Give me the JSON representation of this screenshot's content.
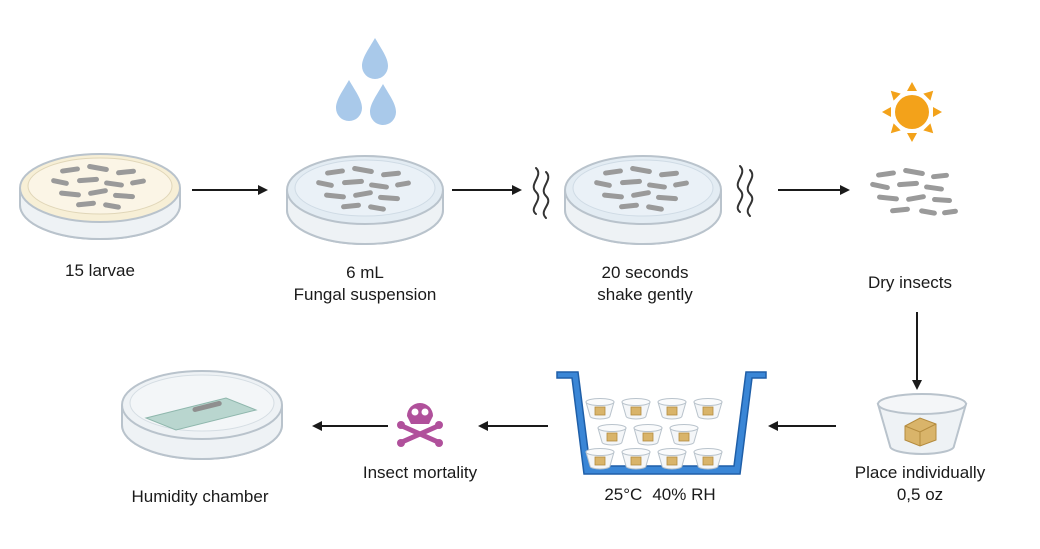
{
  "labels": {
    "larvae": "15 larvae",
    "suspension_volume": "6 mL",
    "suspension_name": "Fungal suspension",
    "shake_time": "20 seconds",
    "shake_action": "shake gently",
    "dry": "Dry insects",
    "place_line1": "Place individually",
    "place_line2": "0,5 oz",
    "temperature": "25°C",
    "humidity": "40% RH",
    "mortality": "Insect mortality",
    "chamber": "Humidity chamber"
  },
  "colors": {
    "dish_rim": "#b9c3cc",
    "dish_fill": "#eef2f5",
    "agar_fill": "#f7efd6",
    "liquid_fill": "#e3ecf3",
    "larva": "#9a9a9a",
    "drop": "#a9c9ea",
    "sun": "#f3a21a",
    "tray": "#3a86d6",
    "skull": "#b0509b",
    "slide": "#b9d6cf",
    "arrow": "#1a1a1a"
  },
  "icons": [
    "petri-dish-icon",
    "water-drop-icon",
    "wave-icon",
    "sun-icon",
    "cup-icon",
    "tray-icon",
    "skull-icon",
    "arrow-icon"
  ]
}
